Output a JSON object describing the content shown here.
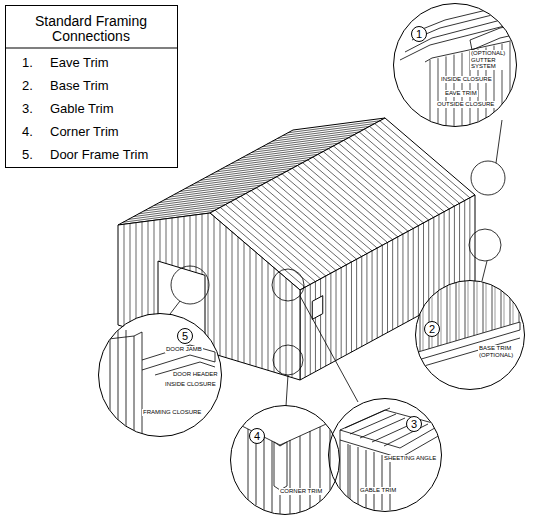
{
  "diagram": {
    "nodes": [
      {
        "text": [
          "Standard Framing Connections"
        ]
      },
      {
        "text": [
          "1",
          "(OPTIONAL) GUTTER SYSTEM",
          "INSIDE CLOSURE",
          "EAVE TRIM",
          "OUTSIDE CLOSURE"
        ]
      },
      {
        "text": [
          "2",
          "BASE TRIM (OPTIONAL)"
        ]
      },
      {
        "text": [
          "3",
          "SHEETING ANGLE",
          "GABLE TRIM"
        ]
      },
      {
        "text": [
          "4",
          "CORNER TRIM"
        ]
      },
      {
        "text": [
          "5",
          "DOOR JAMB",
          "DOOR HEADER",
          "INSIDE CLOSURE",
          "FRAMING CLOSURE"
        ]
      }
    ],
    "labels": [
      "1.",
      "Eave Trim",
      "2.",
      "Base Trim",
      "3.",
      "Gable Trim",
      "4.",
      "Corner Trim",
      "5.",
      "Door Frame Trim"
    ]
  }
}
